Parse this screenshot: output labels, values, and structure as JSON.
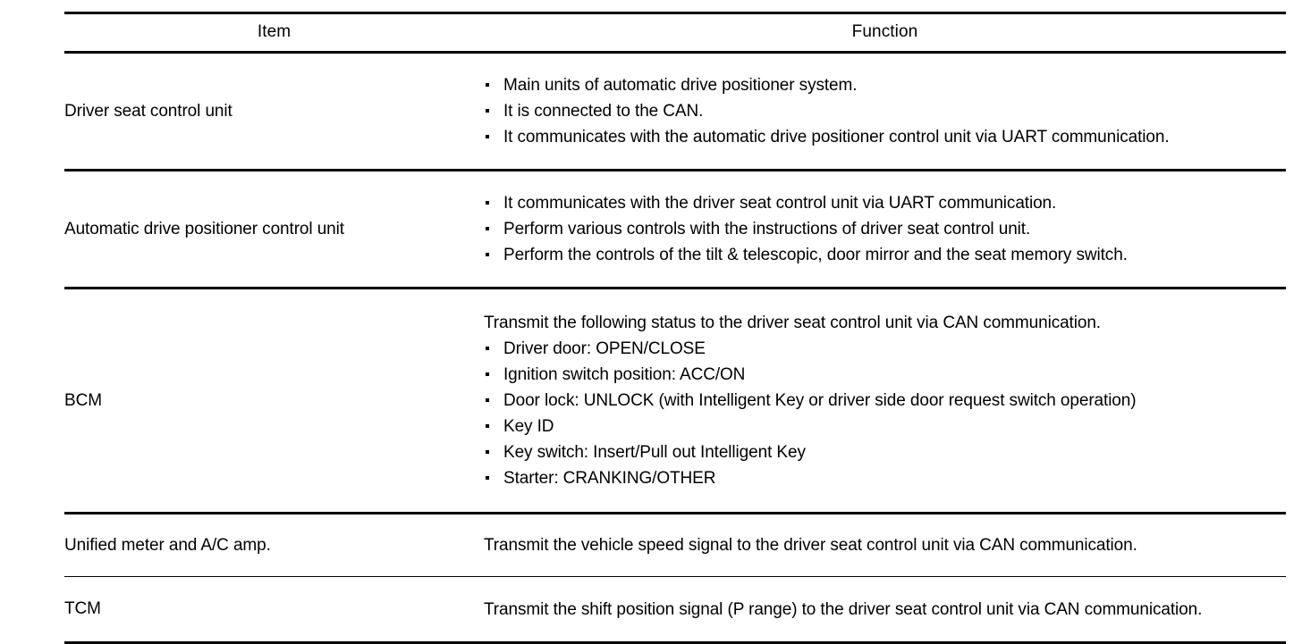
{
  "table": {
    "headers": {
      "item": "Item",
      "function": "Function"
    },
    "rows": [
      {
        "item": "Driver seat control unit",
        "lead": "",
        "bullets": [
          "Main units of automatic drive positioner system.",
          "It is connected to the CAN.",
          "It communicates with the automatic drive positioner control unit via UART communication."
        ]
      },
      {
        "item": "Automatic drive positioner control unit",
        "lead": "",
        "bullets": [
          "It communicates with the driver seat control unit via UART communication.",
          "Perform various controls with the instructions of driver seat control unit.",
          "Perform the controls of the tilt & telescopic, door mirror and the seat memory switch."
        ]
      },
      {
        "item": "BCM",
        "lead": "Transmit the following status to the driver seat control unit via CAN communication.",
        "bullets": [
          "Driver door: OPEN/CLOSE",
          "Ignition switch position: ACC/ON",
          "Door lock: UNLOCK (with Intelligent Key or driver side door request switch operation)",
          "Key ID",
          "Key switch: Insert/Pull out Intelligent Key",
          "Starter: CRANKING/OTHER"
        ]
      },
      {
        "item": "Unified meter and A/C amp.",
        "lead": "Transmit the vehicle speed signal to the driver seat control unit via CAN communication.",
        "bullets": []
      },
      {
        "item": "TCM",
        "lead": "Transmit the shift position signal (P range) to the driver seat control unit via CAN communication.",
        "bullets": []
      }
    ]
  },
  "colors": {
    "text": "#000000",
    "rule": "#000000",
    "background": "#ffffff"
  }
}
